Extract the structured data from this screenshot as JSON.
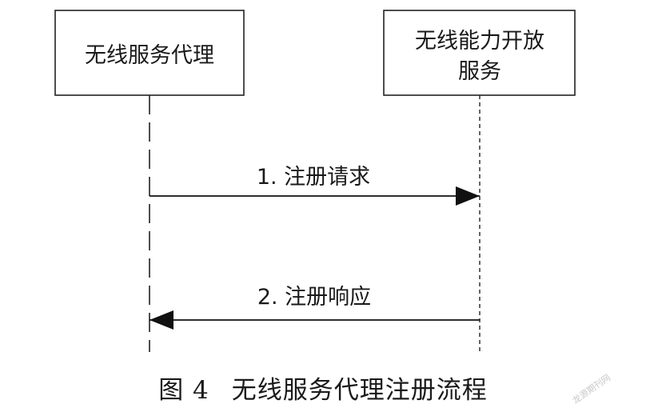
{
  "participants": [
    {
      "id": "agent",
      "lines": [
        "无线服务代理"
      ]
    },
    {
      "id": "service",
      "lines": [
        "无线能力开放",
        "服务"
      ]
    }
  ],
  "messages": [
    {
      "label": "1. 注册请求",
      "from": "agent",
      "to": "service"
    },
    {
      "label": "2. 注册响应",
      "from": "service",
      "to": "agent"
    }
  ],
  "caption": {
    "figure": "图 4",
    "title": "无线服务代理注册流程"
  },
  "watermark": "龙源期刊网"
}
